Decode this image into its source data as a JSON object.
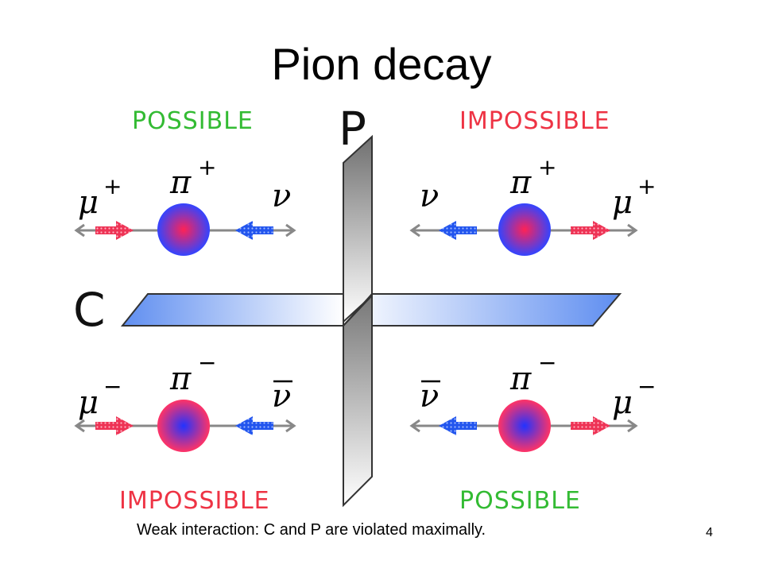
{
  "title": "Pion decay",
  "planes": {
    "parity": "P",
    "charge_conjugation": "C"
  },
  "quadrants": {
    "top_left": {
      "status": "POSSIBLE",
      "status_color": "#33bb33",
      "pion": "π",
      "pion_charge": "+",
      "left_particle": "μ",
      "left_charge": "+",
      "right_particle": "ν",
      "right_bar": ""
    },
    "top_right": {
      "status": "IMPOSSIBLE",
      "status_color": "#ee3344",
      "pion": "π",
      "pion_charge": "+",
      "left_particle": "ν",
      "left_bar": "",
      "right_particle": "μ",
      "right_charge": "+"
    },
    "bottom_left": {
      "status": "IMPOSSIBLE",
      "status_color": "#ee3344",
      "pion": "π",
      "pion_charge": "−",
      "left_particle": "μ",
      "left_charge": "−",
      "right_particle": "ν",
      "right_bar": "bar"
    },
    "bottom_right": {
      "status": "POSSIBLE",
      "status_color": "#33bb33",
      "pion": "π",
      "pion_charge": "−",
      "left_particle": "ν",
      "left_bar": "bar",
      "right_particle": "μ",
      "right_charge": "−"
    }
  },
  "caption": "Weak interaction: C and P are violated maximally.",
  "page_number": "4",
  "colors": {
    "spin_red": "#ee3355",
    "spin_blue": "#2255ee",
    "pion_positive_center": "#ff2255",
    "pion_positive_edge": "#3344ff",
    "pion_negative_center": "#2233ff",
    "pion_negative_edge": "#ff3366",
    "plane_blue": "#5f8ef0",
    "plane_gray": "#707070"
  }
}
